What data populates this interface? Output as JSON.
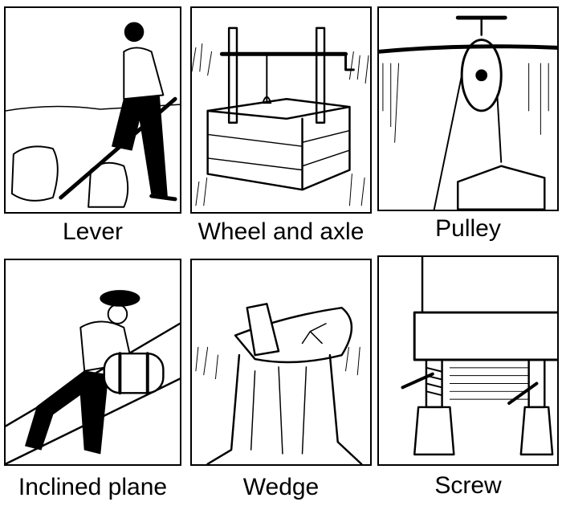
{
  "panels": [
    {
      "label": "Lever",
      "icon": "lever-illustration"
    },
    {
      "label": "Wheel and axle",
      "icon": "wheel-and-axle-illustration"
    },
    {
      "label": "Pulley",
      "icon": "pulley-illustration"
    },
    {
      "label": "Inclined plane",
      "icon": "inclined-plane-illustration"
    },
    {
      "label": "Wedge",
      "icon": "wedge-illustration"
    },
    {
      "label": "Screw",
      "icon": "screw-illustration"
    }
  ]
}
